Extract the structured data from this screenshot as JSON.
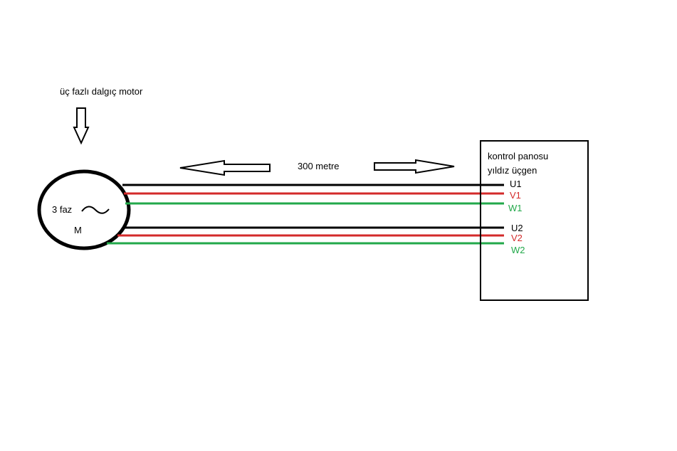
{
  "motor": {
    "caption": "üç fazlı dalgıç motor",
    "phase_label": "3 faz",
    "symbol_label": "M"
  },
  "distance_label": "300 metre",
  "panel": {
    "title_line1": "kontrol panosu",
    "title_line2": "yıldız üçgen"
  },
  "terminals": [
    {
      "label": "U1",
      "color": "#000000"
    },
    {
      "label": "V1",
      "color": "#d32a2a"
    },
    {
      "label": "W1",
      "color": "#22a84a"
    },
    {
      "label": "U2",
      "color": "#000000"
    },
    {
      "label": "V2",
      "color": "#d32a2a"
    },
    {
      "label": "W2",
      "color": "#22a84a"
    }
  ],
  "colors": {
    "black_wire": "#000000",
    "red_wire": "#d32a2a",
    "green_wire": "#22a84a"
  }
}
